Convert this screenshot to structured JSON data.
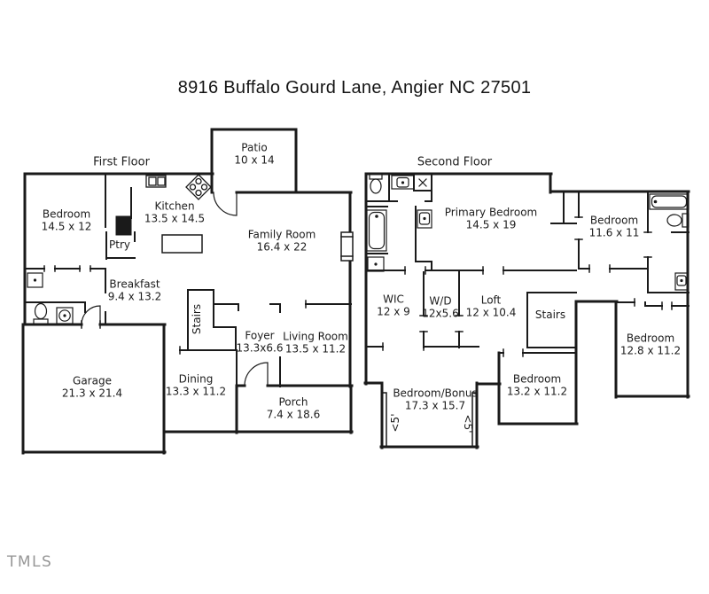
{
  "title": "8916 Buffalo Gourd Lane, Angier NC 27501",
  "watermark": "TMLS",
  "colors": {
    "wall": "#1a1a1a",
    "background": "#ffffff",
    "label": "#1c1c1c",
    "watermark": "#979797"
  },
  "floors": [
    {
      "name": "First Floor",
      "rooms": [
        {
          "label": "Bedroom",
          "dims": "14.5 x 12"
        },
        {
          "label": "Kitchen",
          "dims": "13.5 x 14.5"
        },
        {
          "label": "Ptry",
          "dims": ""
        },
        {
          "label": "Patio",
          "dims": "10 x 14"
        },
        {
          "label": "Family Room",
          "dims": "16.4 x 22"
        },
        {
          "label": "Breakfast",
          "dims": "9.4 x 13.2"
        },
        {
          "label": "Stairs",
          "dims": ""
        },
        {
          "label": "Foyer",
          "dims": "13.3x6.6"
        },
        {
          "label": "Living Room",
          "dims": "13.5 x 11.2"
        },
        {
          "label": "Dining",
          "dims": "13.3 x 11.2"
        },
        {
          "label": "Garage",
          "dims": "21.3 x 21.4"
        },
        {
          "label": "Porch",
          "dims": "7.4 x 18.6"
        }
      ],
      "fixtures": [
        "kitchen-sink",
        "stove",
        "refrigerator",
        "kitchen-island",
        "fireplace",
        "toilet",
        "pedestal-sink",
        "vanity-cabinet"
      ]
    },
    {
      "name": "Second Floor",
      "rooms": [
        {
          "label": "Primary Bedroom",
          "dims": "14.5 x 19"
        },
        {
          "label": "Bedroom",
          "dims": "11.6 x 11"
        },
        {
          "label": "WIC",
          "dims": "12 x 9"
        },
        {
          "label": "W/D",
          "dims": "12x5.6"
        },
        {
          "label": "Loft",
          "dims": "12 x 10.4"
        },
        {
          "label": "Stairs",
          "dims": ""
        },
        {
          "label": "Bedroom",
          "dims": "12.8 x 11.2"
        },
        {
          "label": "Bedroom",
          "dims": "13.2 x 11.2"
        },
        {
          "label": "Bedroom/Bonus",
          "dims": "17.3 x 15.7"
        }
      ],
      "annotations": [
        {
          "text": "<5'"
        },
        {
          "text": "<5'"
        }
      ],
      "fixtures": [
        "toilet",
        "vanity-sink",
        "shower",
        "bathtub",
        "linen-cabinet",
        "vanity-sink",
        "bathtub",
        "toilet",
        "vanity-sink"
      ]
    }
  ]
}
